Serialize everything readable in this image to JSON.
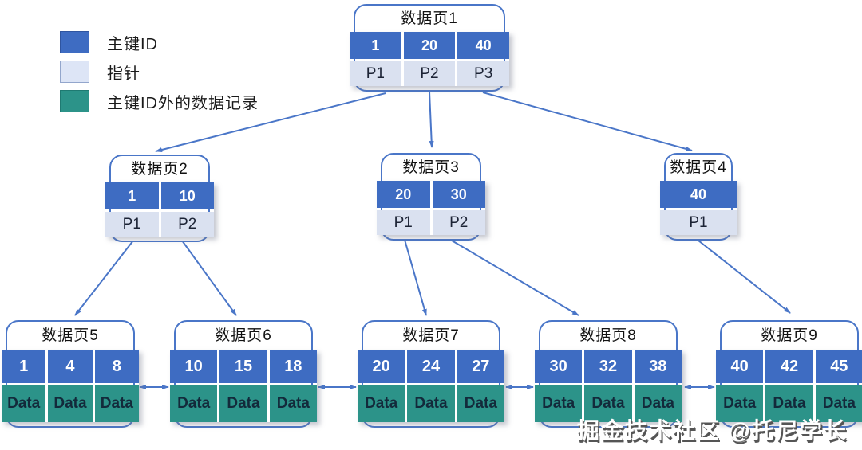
{
  "legend": {
    "items": [
      {
        "label": "主键ID",
        "color": "#3E6CC2"
      },
      {
        "label": "指针",
        "color": "#DDE5F6"
      },
      {
        "label": "主键ID外的数据记录",
        "color": "#2C9389"
      }
    ]
  },
  "nodes": [
    {
      "title": "数据页1",
      "keys": [
        "1",
        "20",
        "40"
      ],
      "pointers": [
        "P1",
        "P2",
        "P3"
      ]
    },
    {
      "title": "数据页2",
      "keys": [
        "1",
        "10"
      ],
      "pointers": [
        "P1",
        "P2"
      ]
    },
    {
      "title": "数据页3",
      "keys": [
        "20",
        "30"
      ],
      "pointers": [
        "P1",
        "P2"
      ]
    },
    {
      "title": "数据页4",
      "keys": [
        "40"
      ],
      "pointers": [
        "P1"
      ]
    },
    {
      "title": "数据页5",
      "keys": [
        "1",
        "4",
        "8"
      ],
      "records": [
        "Data",
        "Data",
        "Data"
      ]
    },
    {
      "title": "数据页6",
      "keys": [
        "10",
        "15",
        "18"
      ],
      "records": [
        "Data",
        "Data",
        "Data"
      ]
    },
    {
      "title": "数据页7",
      "keys": [
        "20",
        "24",
        "27"
      ],
      "records": [
        "Data",
        "Data",
        "Data"
      ]
    },
    {
      "title": "数据页8",
      "keys": [
        "30",
        "32",
        "38"
      ],
      "records": [
        "Data",
        "Data",
        "Data"
      ]
    },
    {
      "title": "数据页9",
      "keys": [
        "40",
        "42",
        "45"
      ],
      "records": [
        "Data",
        "Data",
        "Data"
      ]
    }
  ],
  "watermark": "掘金技术社区 @托尼学长",
  "colors": {
    "key_blue": "#3E6CC2",
    "pointer_light": "#DAE1F0",
    "record_teal": "#2C9389",
    "line_blue": "#4A76C8"
  }
}
